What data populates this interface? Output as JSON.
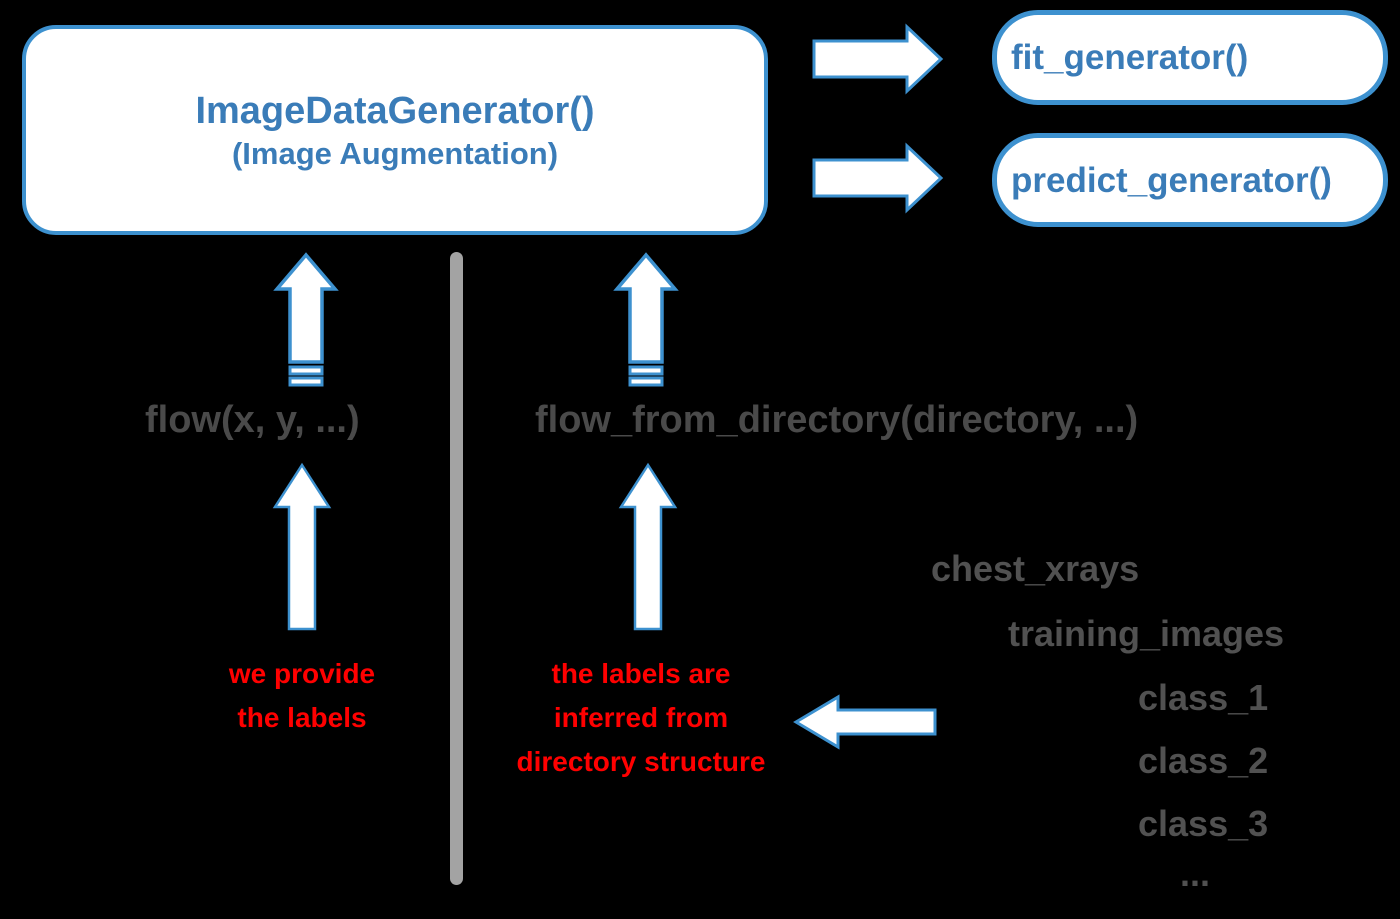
{
  "colors": {
    "background": "#000000",
    "blue_border": "#3d91cf",
    "blue_text": "#3a7cb8",
    "gray_text": "#4a4a4a",
    "dir_text": "#515151",
    "red_text": "#ff0000",
    "divider": "#a3a3a3",
    "arrow_fill": "#ffffff"
  },
  "main_box": {
    "title": "ImageDataGenerator()",
    "subtitle": "(Image Augmentation)"
  },
  "output_boxes": [
    {
      "label": "fit_generator()"
    },
    {
      "label": "predict_generator()"
    }
  ],
  "left_branch": {
    "method_label": "flow(x, y, ...)",
    "note_lines": [
      "we provide",
      "the labels"
    ]
  },
  "right_branch": {
    "method_label": "flow_from_directory(directory, ...)",
    "note_lines": [
      "the labels are",
      "inferred from",
      "directory structure"
    ]
  },
  "directory_tree": {
    "items": [
      {
        "label": "chest_xrays"
      },
      {
        "label": "training_images"
      },
      {
        "label": "class_1"
      },
      {
        "label": "class_2"
      },
      {
        "label": "class_3"
      },
      {
        "label": "..."
      }
    ]
  }
}
